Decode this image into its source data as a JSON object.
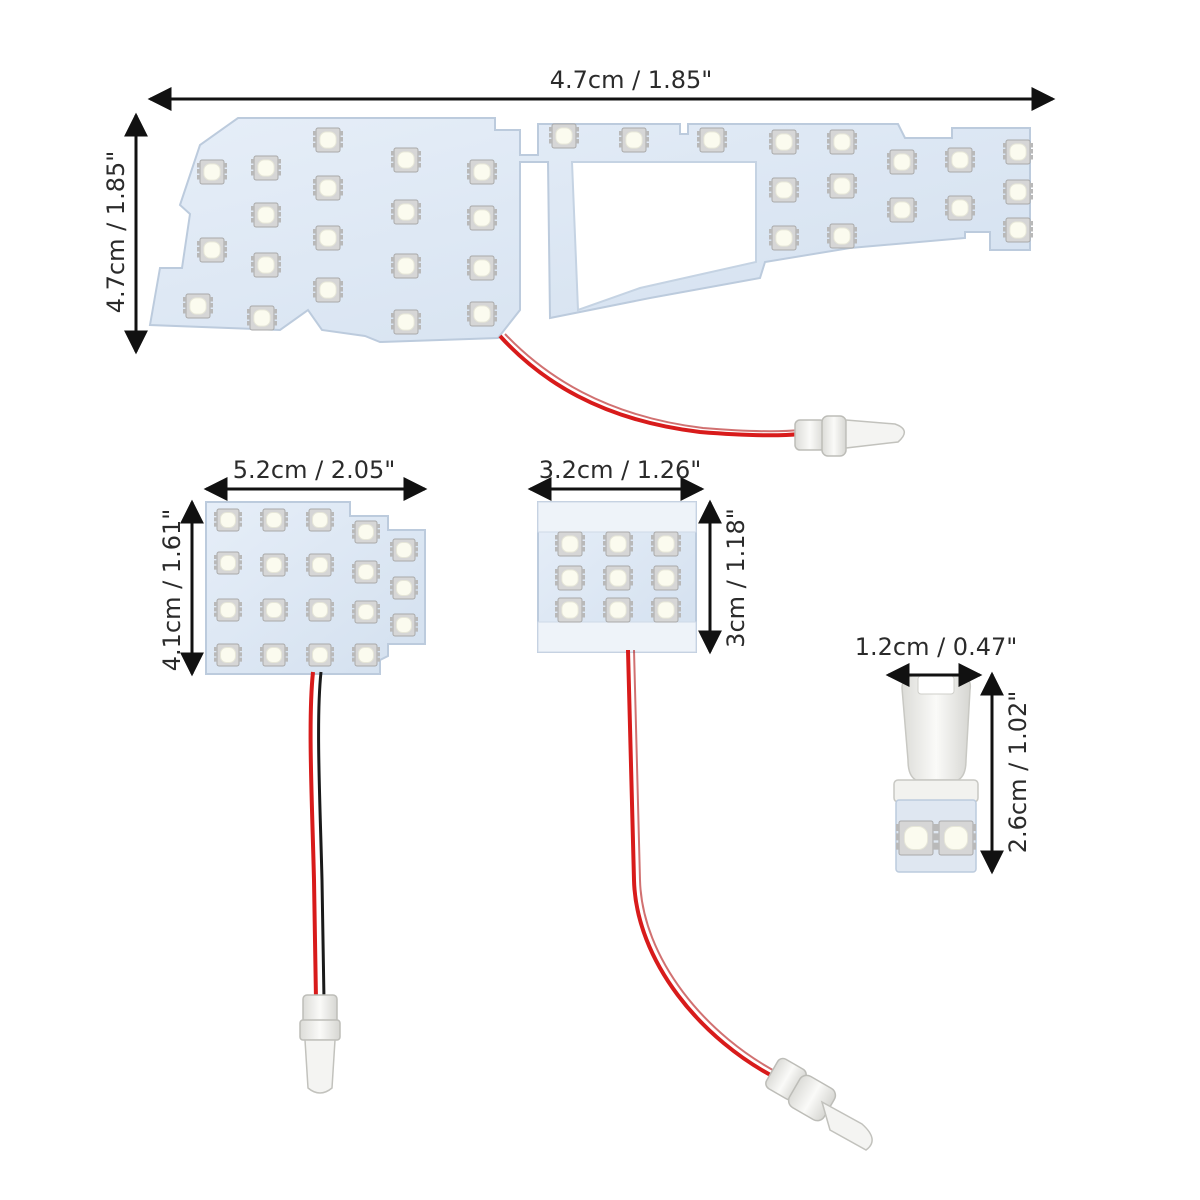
{
  "dimensions": {
    "main_board_width": "4.7cm / 1.85\"",
    "main_board_height": "4.7cm / 1.85\"",
    "medium_board_width": "5.2cm / 2.05\"",
    "medium_board_height": "4.1cm / 1.61\"",
    "small_board_width": "3.2cm / 1.26\"",
    "small_board_height": "3cm / 1.18\"",
    "bulb_width": "1.2cm / 0.47\"",
    "bulb_height": "2.6cm / 1.02\""
  },
  "colors": {
    "pcb": "#dfe9f5",
    "pcb_edge": "#c3d2e4",
    "led_housing": "#d8d8d8",
    "led_chip": "#fbfbf2",
    "wire_red": "#d81b1b",
    "wire_black": "#1a1a1a",
    "socket": "#f1f1ef",
    "arrow": "#111111"
  }
}
